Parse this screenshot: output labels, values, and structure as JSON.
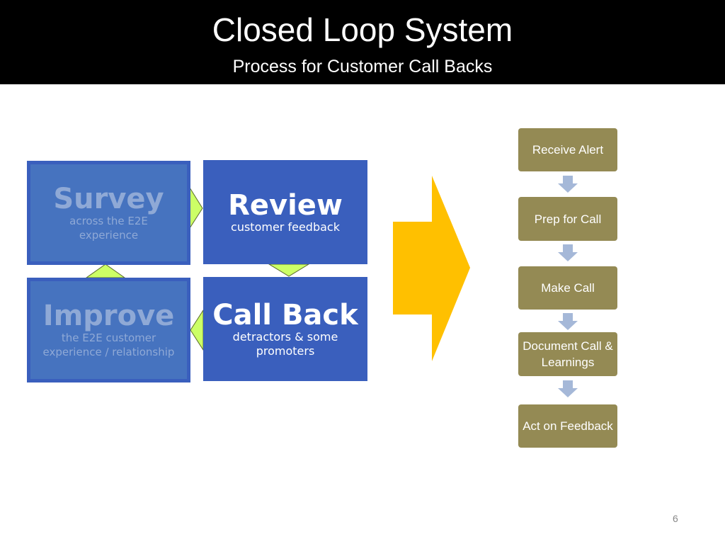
{
  "header": {
    "title": "Closed Loop System",
    "subtitle": "Process for Customer Call Backs"
  },
  "cycle": [
    {
      "id": "survey",
      "title": "Survey",
      "description": "across the E2E experience",
      "lines": [
        "across the E2E",
        "experience"
      ],
      "style": "faded"
    },
    {
      "id": "review",
      "title": "Review",
      "description": "customer feedback",
      "lines": [
        "customer feedback"
      ],
      "style": "solid"
    },
    {
      "id": "call-back",
      "title": "Call Back",
      "description": "detractors & some promoters",
      "lines": [
        "detractors & some",
        "promoters"
      ],
      "style": "solid"
    },
    {
      "id": "improve",
      "title": "Improve",
      "description": "the E2E customer experience / relationship",
      "lines": [
        "the E2E customer",
        "experience / relationship"
      ],
      "style": "faded"
    }
  ],
  "process_steps": [
    {
      "label": "Receive Alert"
    },
    {
      "label": "Prep for Call"
    },
    {
      "label": "Make Call"
    },
    {
      "label": "Document Call & Learnings"
    },
    {
      "label": "Act on Feedback"
    }
  ],
  "colors": {
    "box_solid": "#3a5fbd",
    "box_faded": "#4673bf",
    "connector": "#ccff66",
    "big_arrow": "#ffc000",
    "step_fill": "#948a54",
    "step_arrow": "#a5b8d8"
  },
  "page_number": "6"
}
